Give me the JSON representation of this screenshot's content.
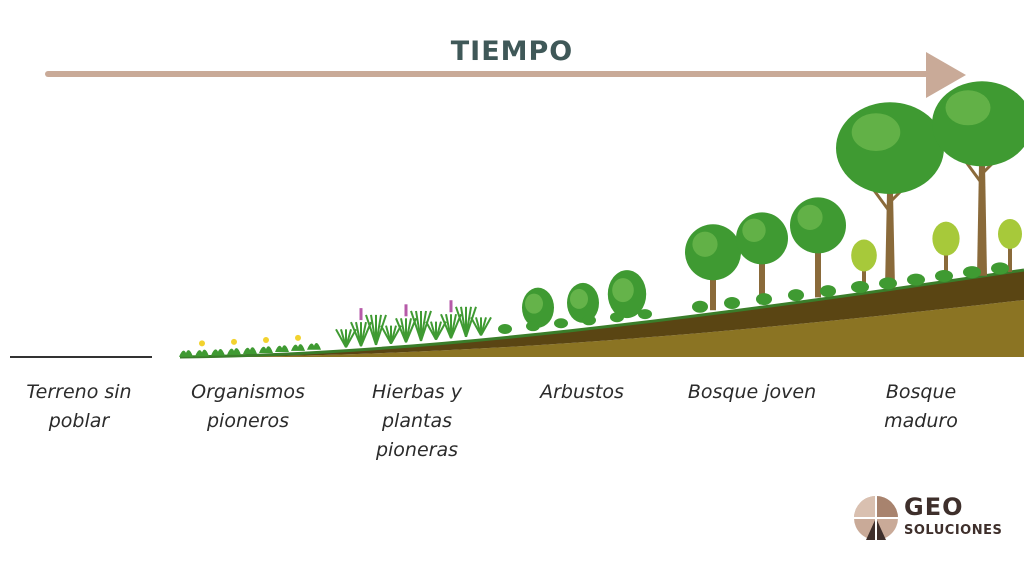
{
  "timeline": {
    "label": "TIEMPO",
    "arrow_color": "#c9aa98"
  },
  "stages": [
    {
      "lines": [
        "Terreno sin",
        "poblar"
      ]
    },
    {
      "lines": [
        "Organismos",
        "pioneros"
      ]
    },
    {
      "lines": [
        "Hierbas y",
        "plantas",
        "pioneras"
      ]
    },
    {
      "lines": [
        "Arbustos"
      ]
    },
    {
      "lines": [
        "Bosque joven"
      ]
    },
    {
      "lines": [
        "Bosque",
        "maduro"
      ]
    }
  ],
  "colors": {
    "soil_dark": "#5a4513",
    "soil_light": "#8b7423",
    "foliage": "#3f9a32",
    "foliage_light": "#7fc45a",
    "trunk": "#8a6a3a",
    "flower_yellow": "#f2d22e",
    "flower_purple": "#b65aa8"
  },
  "logo": {
    "title": "GEO",
    "subtitle": "SOLUCIONES",
    "color": "#3e2f2b",
    "accent": "#c9aa98"
  }
}
